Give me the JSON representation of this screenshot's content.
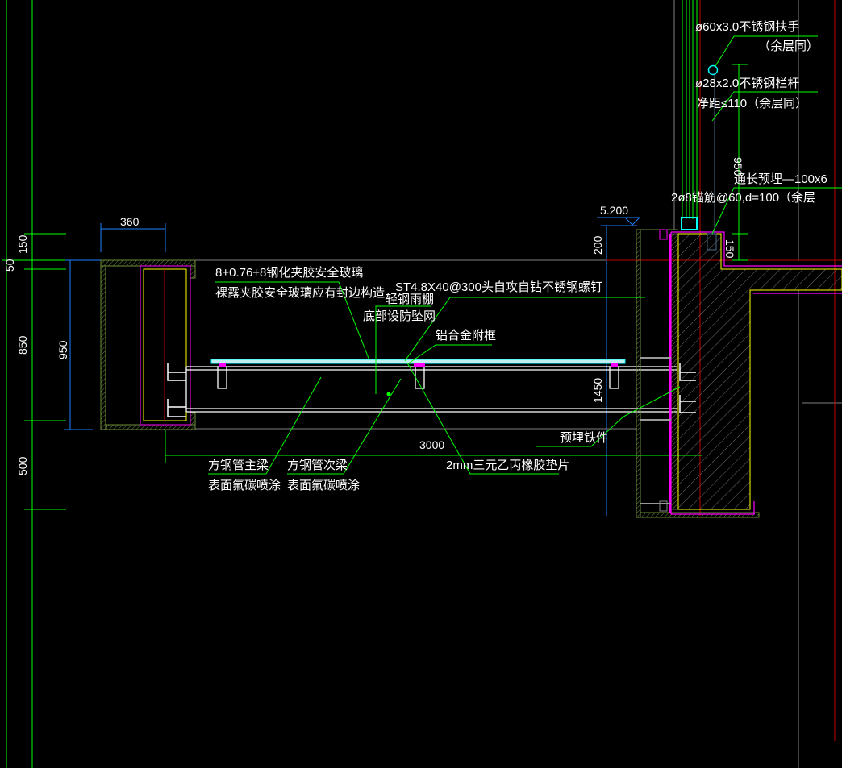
{
  "colors": {
    "background": "#000000",
    "dimension_green": "#00ff00",
    "dimension_blue": "#1e7fff",
    "glass": "#00ffff",
    "magenta": "#ff00ff",
    "yellow": "#ffff00",
    "wall_hatch": "#6b8e3a",
    "red": "#c00000",
    "gray": "#808080",
    "text": "#ffffff"
  },
  "dimensions": {
    "left_150": "150",
    "left_50": "50",
    "left_850": "850",
    "left_500": "500",
    "box_height_950": "950",
    "box_width_360": "360",
    "span_3000": "3000",
    "height_1450": "1450",
    "height_200": "200",
    "rail_950": "950",
    "rail_150": "150",
    "elevation": "5.200"
  },
  "labels": {
    "handrail": "ø60x3.0不锈钢扶手",
    "handrail_note": "（余层同）",
    "baluster": "ø28x2.0不锈钢栏杆",
    "baluster_note": "净距≤110（余层同）",
    "embed_plate": "通长预埋—100x6",
    "anchor": "2ø8锚筋@60,d=100（余层",
    "glass": "8+0.76+8钢化夹胶安全玻璃",
    "glass_note": "裸露夹胶安全玻璃应有封边构造",
    "screw": "ST4.8X40@300头自攻自钻不锈钢螺钉",
    "canopy": "轻钢雨棚",
    "canopy_note": "底部设防坠网",
    "alu_frame": "铝合金附框",
    "embedded_iron": "预埋铁件",
    "gasket": "2mm三元乙丙橡胶垫片",
    "main_beam": "方钢管主梁",
    "main_beam_note": "表面氟碳喷涂",
    "secondary_beam": "方钢管次梁",
    "secondary_beam_note": "表面氟碳喷涂"
  }
}
